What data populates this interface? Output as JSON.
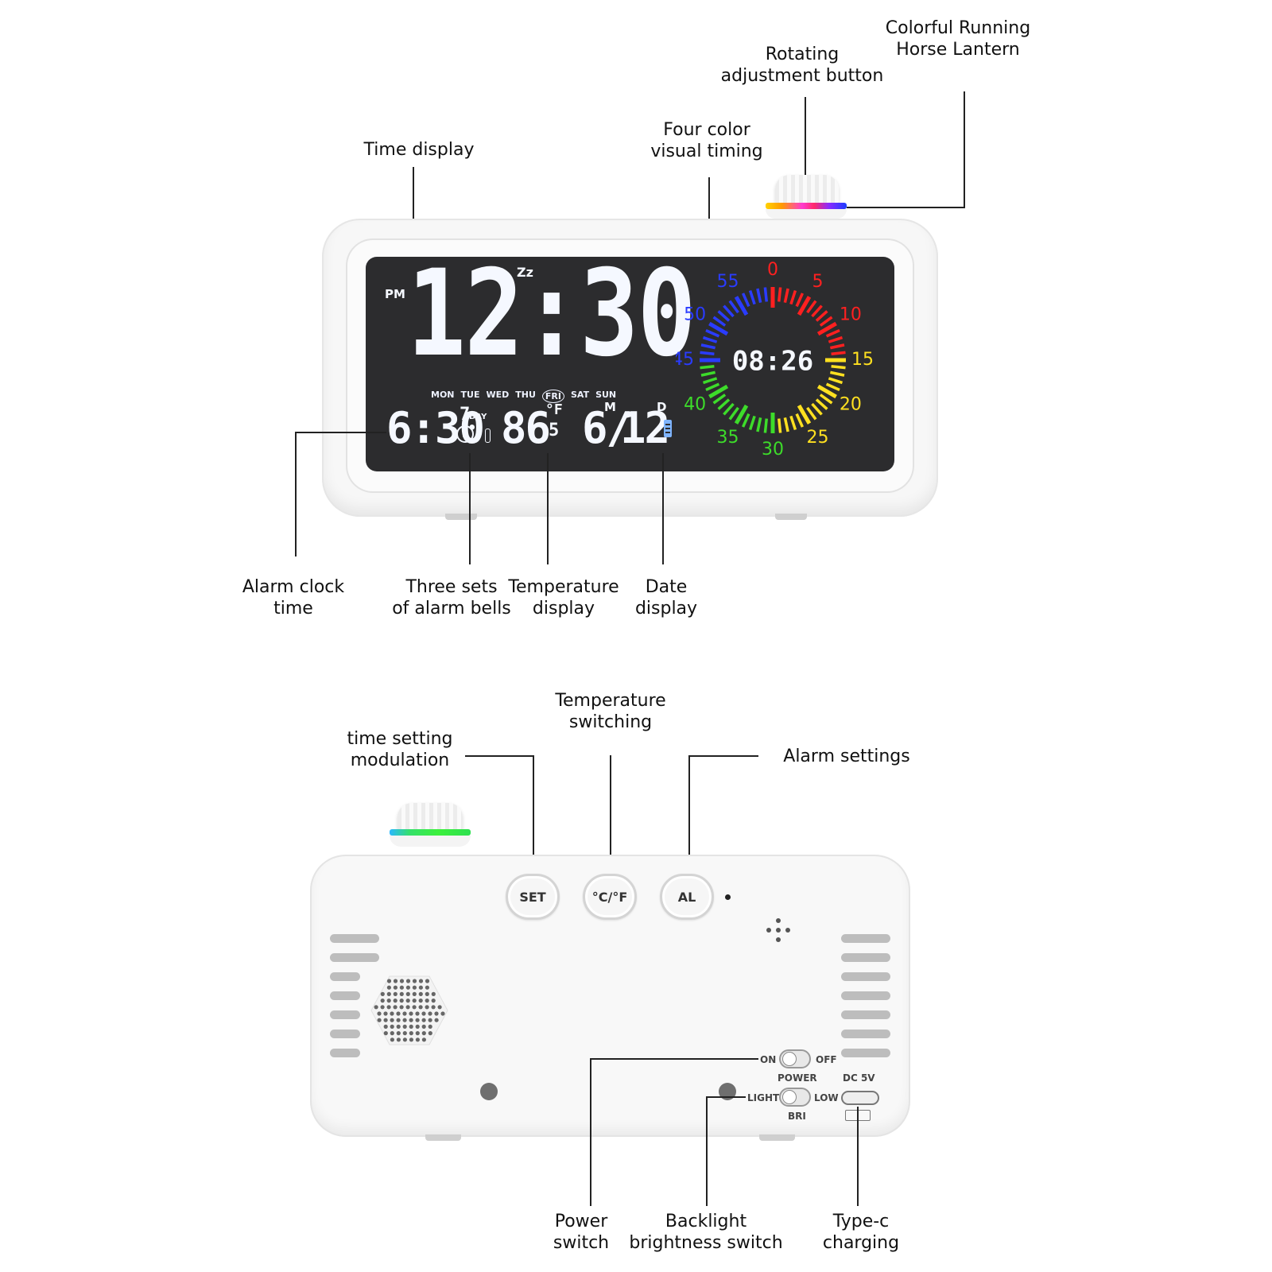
{
  "front": {
    "labels": {
      "colorful_lantern": [
        "Colorful Running",
        "Horse Lantern"
      ],
      "rotating_button": [
        "Rotating",
        "adjustment button"
      ],
      "four_color_timing": [
        "Four color",
        "visual timing"
      ],
      "time_display": [
        "Time display"
      ],
      "alarm_clock_time": [
        "Alarm clock",
        "time"
      ],
      "three_alarm_sets": [
        "Three sets",
        "of alarm bells"
      ],
      "temperature_display": [
        "Temperature",
        "display"
      ],
      "date_display": [
        "Date",
        "display"
      ]
    },
    "screen": {
      "pm": "PM",
      "zz": "Zz",
      "main_time": "12:30",
      "weekdays": [
        "MON",
        "TUE",
        "WED",
        "THU",
        "FRI",
        "SAT",
        "SUN"
      ],
      "active_weekday": "FRI",
      "alarm_time": "6:30",
      "day_count": "7",
      "day_label": "DAY",
      "alarm_set": "3",
      "temperature": "86",
      "temp_decimal": "5",
      "temp_unit": "°F",
      "date_month": "6/",
      "month_label": "M",
      "date_day": "12",
      "day_letter": "D",
      "timer_time": "08:26",
      "dial_numbers": [
        "0",
        "5",
        "10",
        "15",
        "20",
        "25",
        "30",
        "35",
        "40",
        "45",
        "50",
        "55"
      ],
      "colors": {
        "red": "#ff2020",
        "yellow": "#ffe020",
        "green": "#3ddc2a",
        "blue": "#2a3cff",
        "white": "#f5f8ff"
      }
    }
  },
  "back": {
    "labels": {
      "temperature_switching": [
        "Temperature",
        "switching"
      ],
      "time_setting": [
        "time setting",
        "modulation"
      ],
      "alarm_settings": [
        "Alarm settings"
      ],
      "power_switch": [
        "Power",
        "switch"
      ],
      "backlight_switch": [
        "Backlight",
        "brightness switch"
      ],
      "typec_charging": [
        "Type-c",
        "charging"
      ]
    },
    "buttons": {
      "set": "SET",
      "temp": "°C/°F",
      "alarm": "AL"
    },
    "switches": {
      "on": "ON",
      "off": "OFF",
      "power": "POWER",
      "light": "LIGHT",
      "low": "LOW",
      "bri": "BRI",
      "dc": "DC 5V"
    }
  }
}
